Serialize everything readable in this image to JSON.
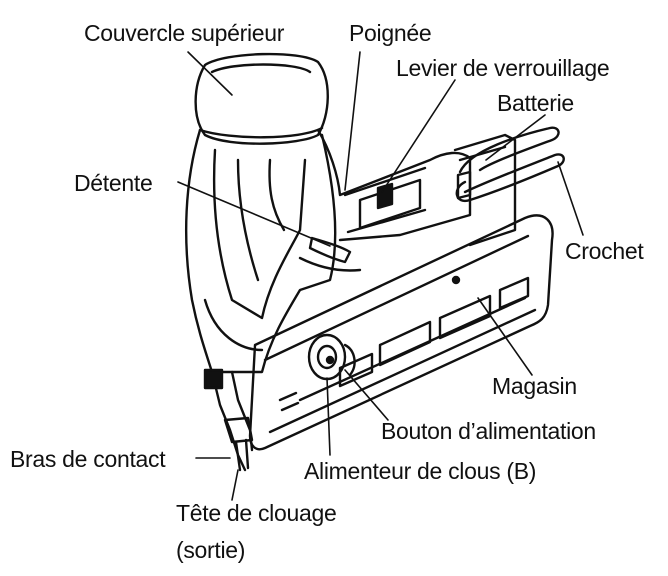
{
  "labels": {
    "top_cover": "Couvercle supérieur",
    "handle": "Poignée",
    "lock_lever": "Levier de verrouillage",
    "battery": "Batterie",
    "trigger": "Détente",
    "hook": "Crochet",
    "magazine": "Magasin",
    "feed_button": "Bouton d’alimentation",
    "contact_arm": "Bras de contact",
    "nail_feeder": "Alimenteur de clous (B)",
    "nailing_head": "Tête de clouage",
    "nailing_head_sub": "(sortie)"
  },
  "colors": {
    "ink": "#111111",
    "background": "#ffffff"
  }
}
